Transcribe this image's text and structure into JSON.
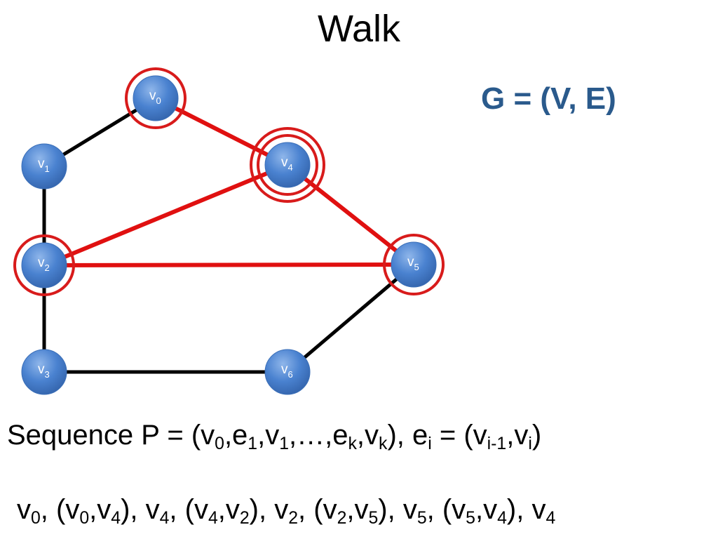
{
  "title": "Walk",
  "graph_def": "G = (V, E)",
  "vertices": [
    {
      "id": "v0",
      "letter": "v",
      "sub": "0",
      "highlight_rings": 1
    },
    {
      "id": "v1",
      "letter": "v",
      "sub": "1",
      "highlight_rings": 0
    },
    {
      "id": "v2",
      "letter": "v",
      "sub": "2",
      "highlight_rings": 1
    },
    {
      "id": "v3",
      "letter": "v",
      "sub": "3",
      "highlight_rings": 0
    },
    {
      "id": "v4",
      "letter": "v",
      "sub": "4",
      "highlight_rings": 2
    },
    {
      "id": "v5",
      "letter": "v",
      "sub": "5",
      "highlight_rings": 1
    },
    {
      "id": "v6",
      "letter": "v",
      "sub": "6",
      "highlight_rings": 0
    }
  ],
  "edges": [
    {
      "from": "v0",
      "to": "v1",
      "in_walk": false
    },
    {
      "from": "v1",
      "to": "v2",
      "in_walk": false
    },
    {
      "from": "v2",
      "to": "v3",
      "in_walk": false
    },
    {
      "from": "v3",
      "to": "v6",
      "in_walk": false
    },
    {
      "from": "v6",
      "to": "v5",
      "in_walk": false
    },
    {
      "from": "v0",
      "to": "v4",
      "in_walk": true
    },
    {
      "from": "v4",
      "to": "v2",
      "in_walk": true
    },
    {
      "from": "v2",
      "to": "v5",
      "in_walk": true
    },
    {
      "from": "v4",
      "to": "v5",
      "in_walk": true
    }
  ],
  "colors": {
    "edge": "#000000",
    "walk_edge": "#e01010",
    "ring": "#d81b1b",
    "node_fill": "#4a82d0",
    "graph_def": "#2a5a8c"
  },
  "sequence_line": [
    {
      "t": "Sequence P = (v"
    },
    {
      "s": "0"
    },
    {
      "t": ",e"
    },
    {
      "s": "1"
    },
    {
      "t": ",v"
    },
    {
      "s": "1"
    },
    {
      "t": ",…,e"
    },
    {
      "s": "k"
    },
    {
      "t": ",v"
    },
    {
      "s": "k"
    },
    {
      "t": "), e"
    },
    {
      "s": "i"
    },
    {
      "t": " = (v"
    },
    {
      "s": "i-1"
    },
    {
      "t": ",v"
    },
    {
      "s": "i"
    },
    {
      "t": ")"
    }
  ],
  "walk_line": [
    {
      "t": "v"
    },
    {
      "s": "0"
    },
    {
      "t": ", (v"
    },
    {
      "s": "0"
    },
    {
      "t": ",v"
    },
    {
      "s": "4"
    },
    {
      "t": "), v"
    },
    {
      "s": "4"
    },
    {
      "t": ", (v"
    },
    {
      "s": "4"
    },
    {
      "t": ",v"
    },
    {
      "s": "2"
    },
    {
      "t": "), v"
    },
    {
      "s": "2"
    },
    {
      "t": ", (v"
    },
    {
      "s": "2"
    },
    {
      "t": ",v"
    },
    {
      "s": "5"
    },
    {
      "t": "), v"
    },
    {
      "s": "5"
    },
    {
      "t": ", (v"
    },
    {
      "s": "5"
    },
    {
      "t": ",v"
    },
    {
      "s": "4"
    },
    {
      "t": "), v"
    },
    {
      "s": "4"
    }
  ]
}
